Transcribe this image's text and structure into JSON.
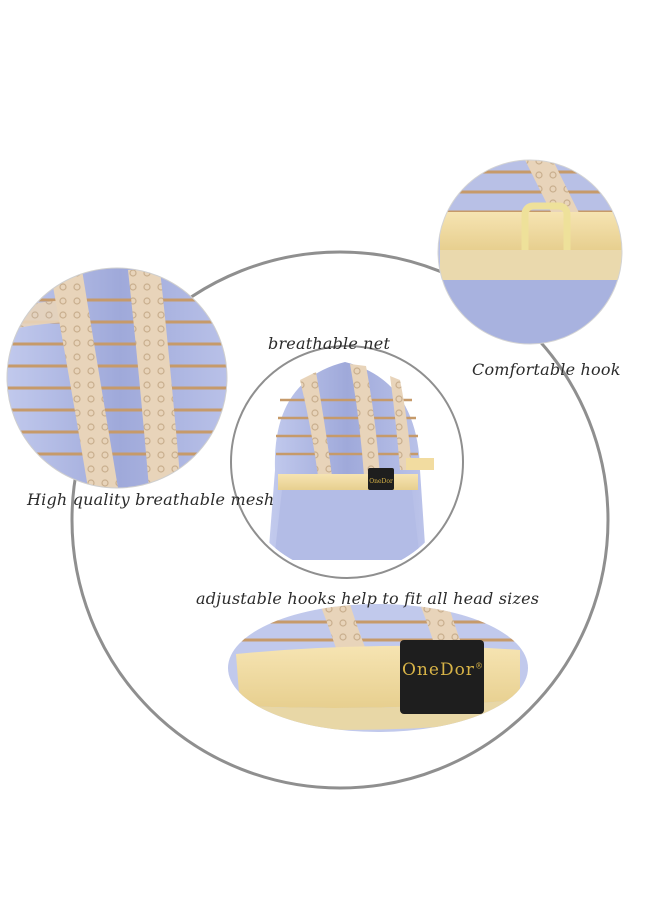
{
  "captions": {
    "breathable_net": "breathable net",
    "comfortable_hook": "Comfortable hook",
    "high_quality_mesh": "High quality breathable mesh",
    "adjustable_hooks": "adjustable hooks help to fit all head sizes"
  },
  "brand": {
    "label_text": "OneDor",
    "registered_mark": "®"
  },
  "colors": {
    "wig_hair": "#a9b3e0",
    "lace_band": "#e6d2b8",
    "strap": "#f2dca0",
    "ring": "#8e8e8e",
    "label_bg": "#1e1e1e",
    "label_text": "#d7b347"
  }
}
